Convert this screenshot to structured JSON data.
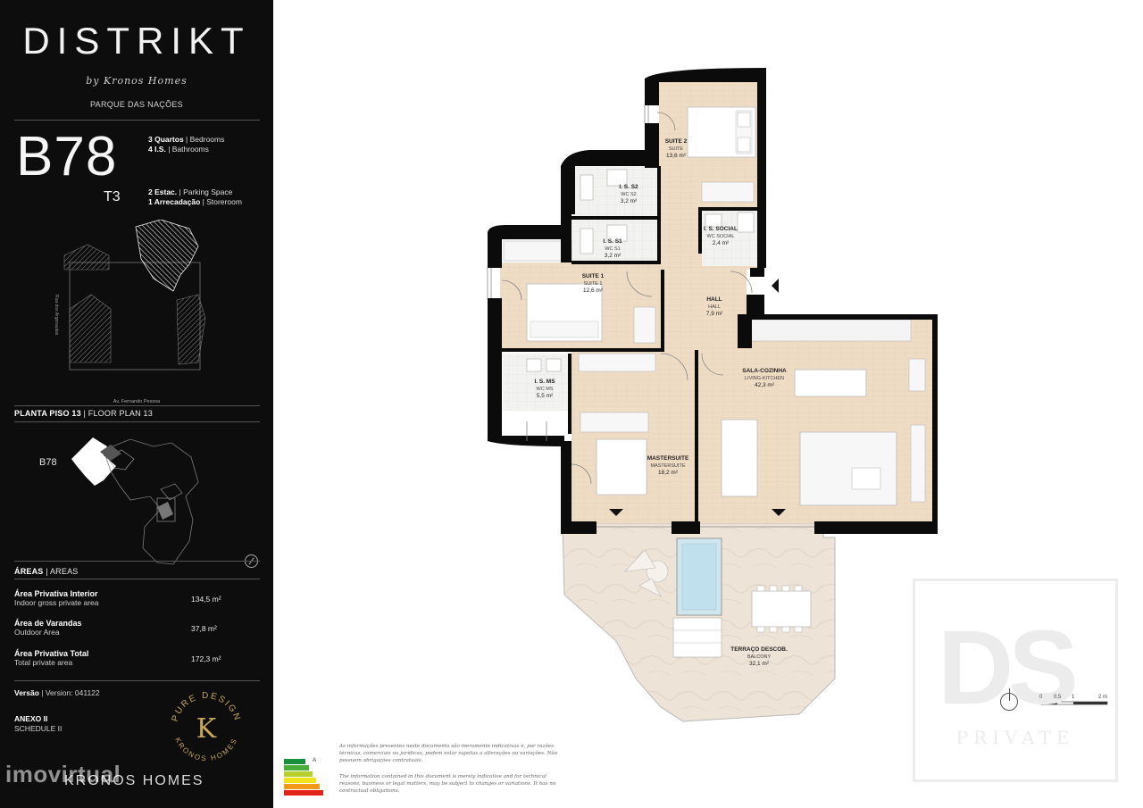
{
  "brand": {
    "name": "DISTRIKT",
    "by": "by Kronos Homes",
    "location": "PARQUE DAS NAÇÕES"
  },
  "unit": {
    "id": "B78",
    "type": "T3",
    "bedrooms_pt": "3 Quartos",
    "bedrooms_en": "Bedrooms",
    "bathrooms_pt": "4 I.S.",
    "bathrooms_en": "Bathrooms",
    "parking_pt": "2 Estac.",
    "parking_en": "Parking Space",
    "storage_pt": "1 Arrecadação",
    "storage_en": "Storeroom"
  },
  "site_plan": {
    "road_side": "Rua dos Argonautas",
    "road_bottom": "Av. Fernando Pessoa"
  },
  "floor_plan": {
    "label_pt": "PLANTA PISO 13",
    "label_en": "FLOOR PLAN 13",
    "unit_tag": "B78"
  },
  "areas": {
    "label_pt": "ÁREAS",
    "label_en": "AREAS",
    "rows": [
      {
        "title": "Área Privativa Interior",
        "subtitle": "Indoor gross private area",
        "value": "134,5 m²"
      },
      {
        "title": "Área de Varandas",
        "subtitle": "Outdoor Area",
        "value": "37,8 m²"
      },
      {
        "title": "Área Privativa Total",
        "subtitle": "Total private area",
        "value": "172,3 m²"
      }
    ]
  },
  "version": {
    "label": "Versão",
    "text": "Version: 041122"
  },
  "annex": {
    "title": "ANEXO II",
    "subtitle": "SCHEDULE II"
  },
  "seal": {
    "top": "PURE DESIGN",
    "bottom": "KRONOS HOMES",
    "letter": "K"
  },
  "footer_brand": "KRONOS HOMES",
  "watermark": "imovirtual",
  "rooms": [
    {
      "key": "suite2",
      "name": "SUITE 2",
      "sub": "SUITE",
      "area": "13,6 m²"
    },
    {
      "key": "is_s2",
      "name": "I. S. S2",
      "sub": "WC S2",
      "area": "3,2 m²"
    },
    {
      "key": "is_s1",
      "name": "I. S. S1",
      "sub": "WC S1",
      "area": "3,2 m²"
    },
    {
      "key": "is_social",
      "name": "I. S. SOCIAL",
      "sub": "WC SOCIAL",
      "area": "2,4 m²"
    },
    {
      "key": "suite1",
      "name": "SUITE 1",
      "sub": "SUITE 1",
      "area": "12,6 m²"
    },
    {
      "key": "hall",
      "name": "HALL",
      "sub": "HALL",
      "area": "7,9 m²"
    },
    {
      "key": "sala",
      "name": "SALA-COZINHA",
      "sub": "LIVING-KITCHEN",
      "area": "42,3 m²"
    },
    {
      "key": "is_ms",
      "name": "I. S. MS",
      "sub": "WC MS",
      "area": "5,5 m²"
    },
    {
      "key": "master",
      "name": "MASTERSUITE",
      "sub": "MASTERSUITE",
      "area": "18,2 m²"
    },
    {
      "key": "terraco",
      "name": "TERRAÇO DESCOB.",
      "sub": "BALCONY",
      "area": "32,1 m²"
    }
  ],
  "ds_logo": {
    "letters": "DS",
    "word": "PRIVATE"
  },
  "scale": {
    "labels": [
      "0",
      "0,5",
      "1",
      "2 m"
    ]
  },
  "disclaimer": {
    "pt": "As informações presentes neste documento são meramente indicativas e, por razões técnicas, comerciais ou jurídicas, podem estar sujeitas a alterações ou variações. Não possuem obrigações contratuais.",
    "en": "The information contained in this document is merely indicative and for technical reasons, business or legal matters, may be subject to changes or variations. It has no contractual obligations."
  },
  "energy_label": "A",
  "colors": {
    "panel": "#0d0d0d",
    "wall": "#0b0b0b",
    "wood": "#efdcc4",
    "tile": "#f1f1ef",
    "terrace": "#ece1d4",
    "pool": "#c9e4ee"
  }
}
